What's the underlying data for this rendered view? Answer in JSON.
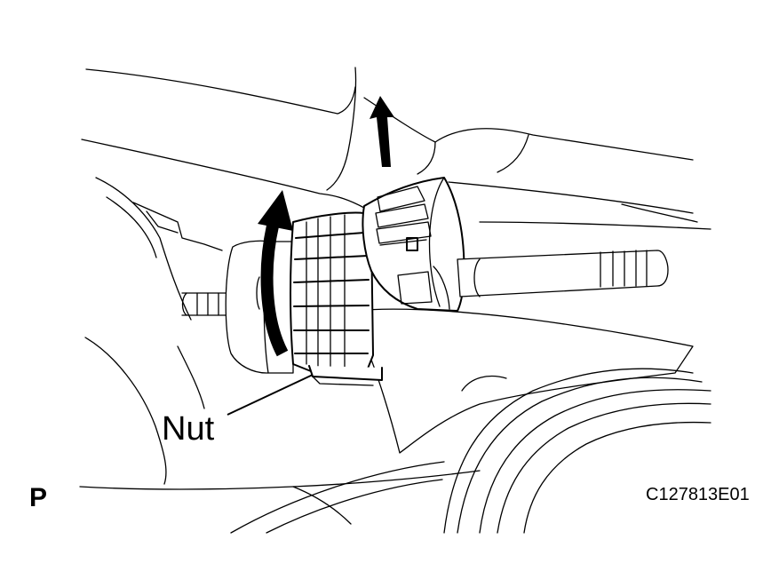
{
  "labels": {
    "part": "Nut",
    "view_letter": "P",
    "figure_code": "C127813E01"
  },
  "colors": {
    "line": "#000000",
    "background": "#ffffff"
  },
  "icons": {
    "rotation": "curved-rotation-arrow",
    "direction": "upward-arrow"
  }
}
